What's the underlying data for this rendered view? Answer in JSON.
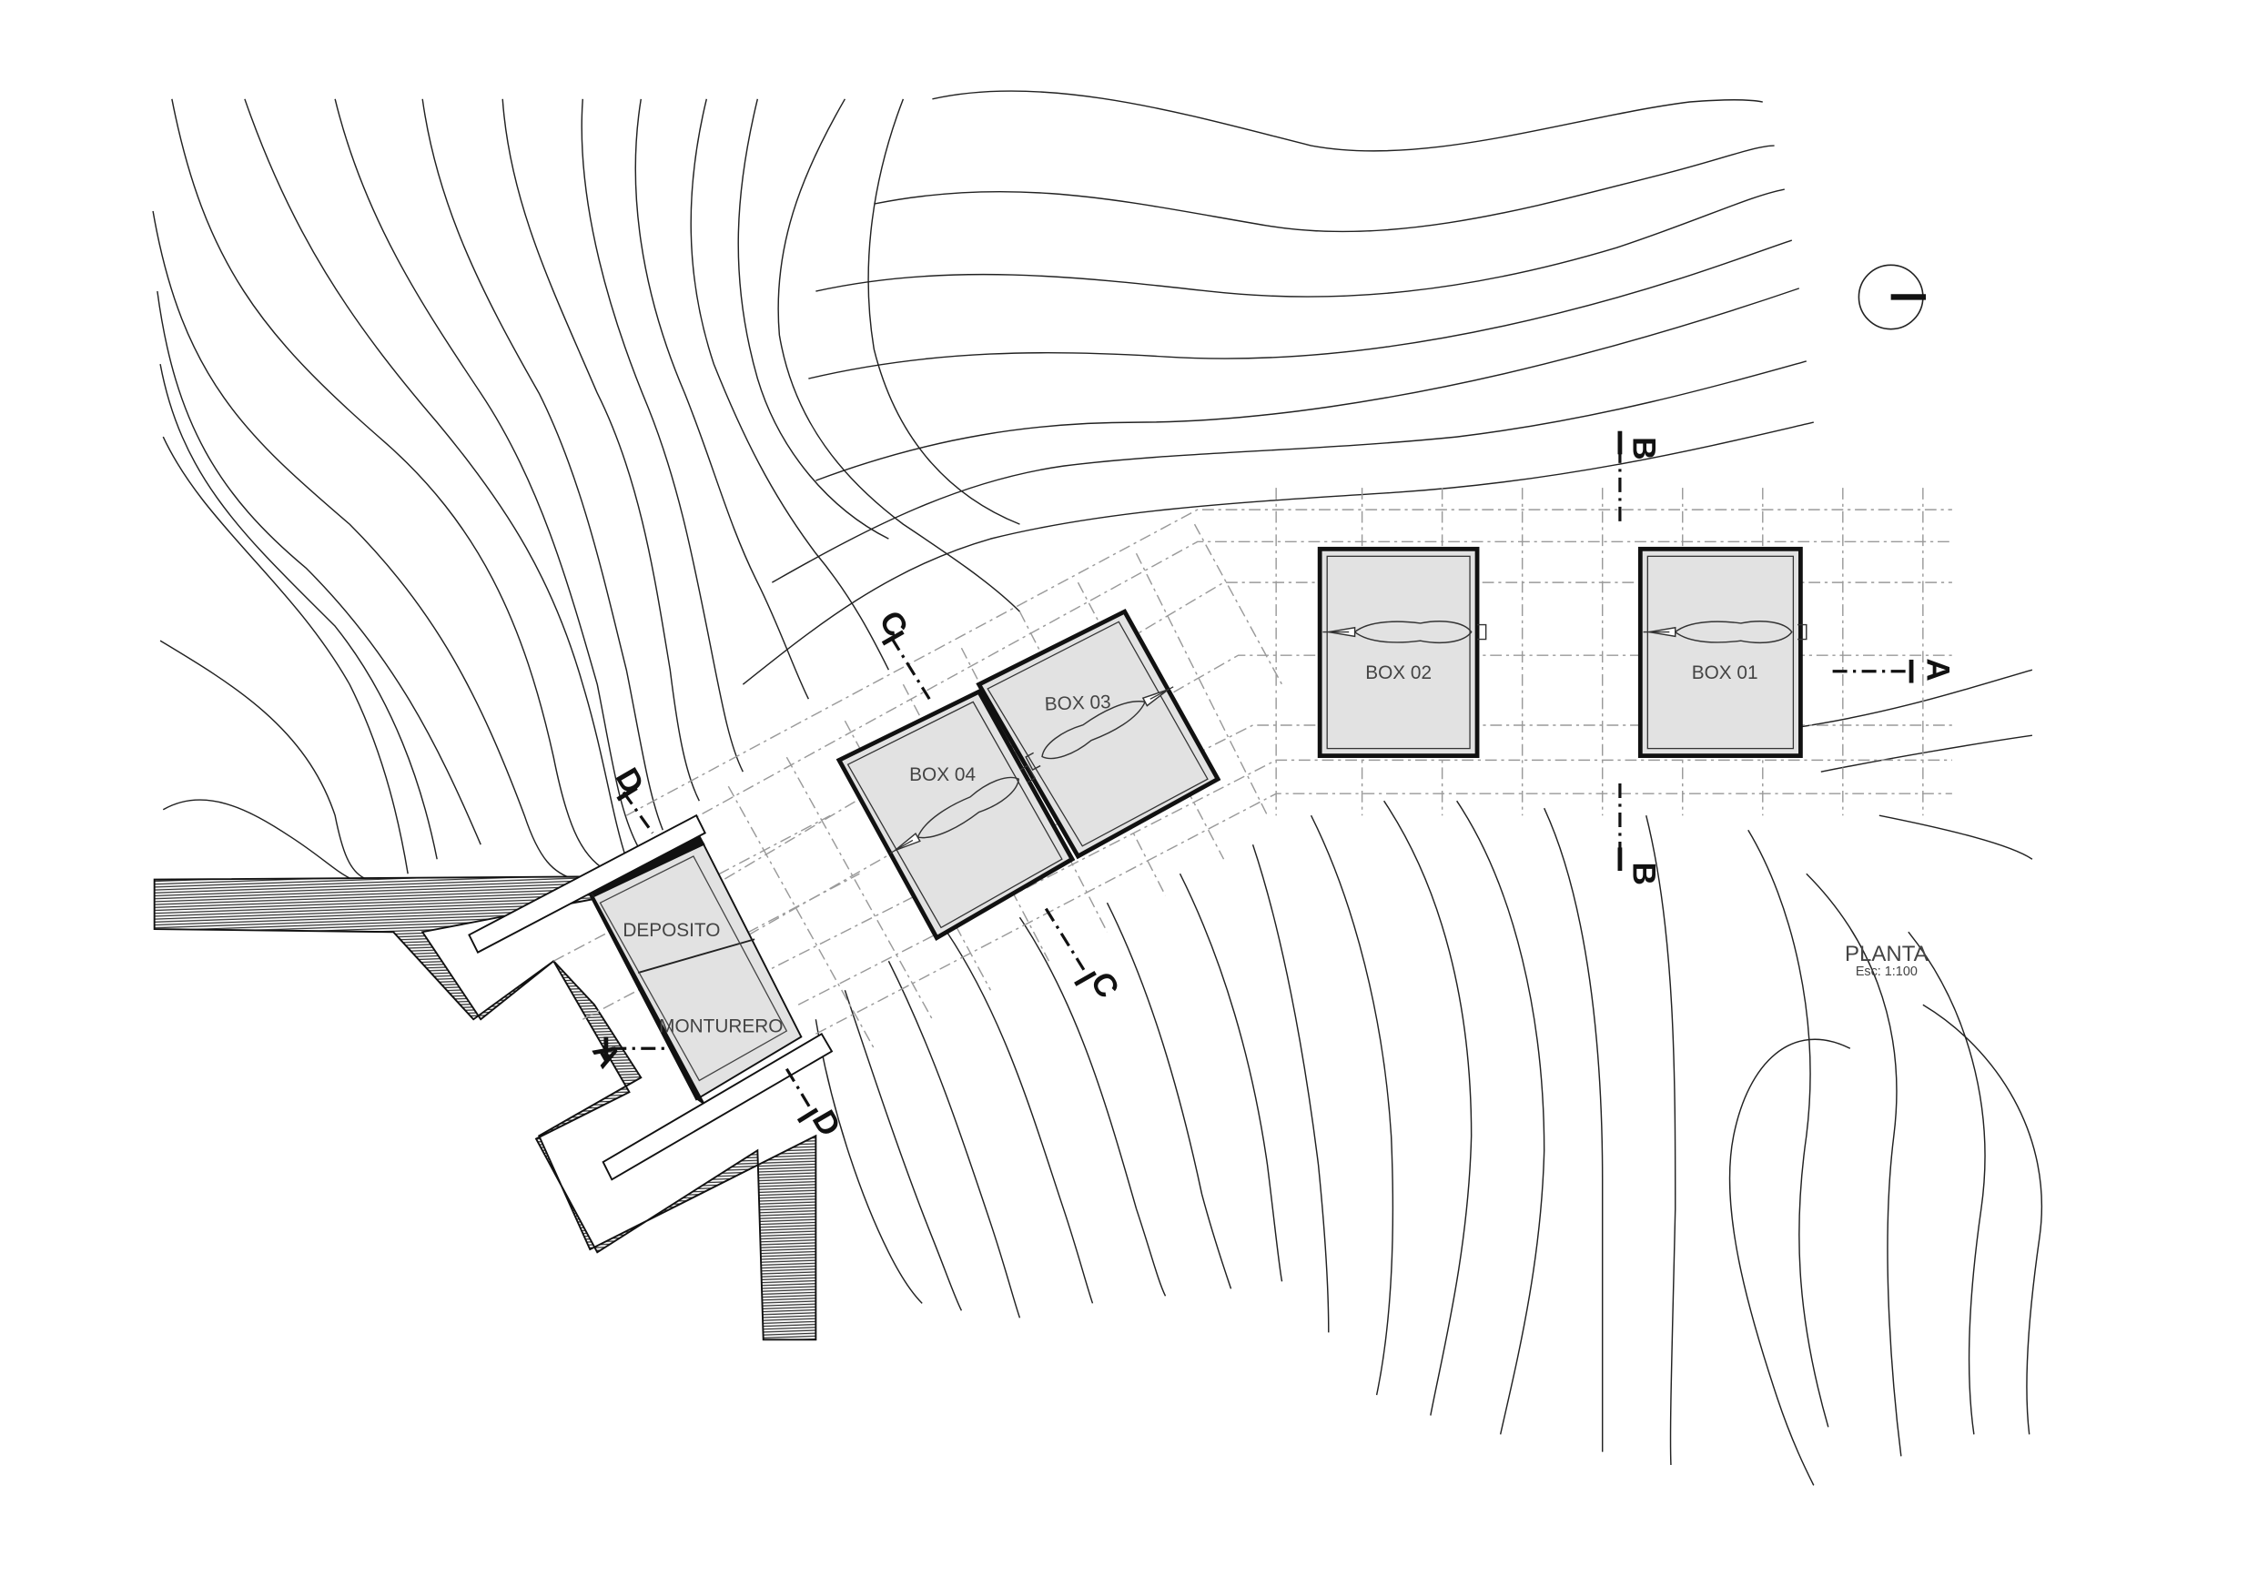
{
  "drawing": {
    "title": "PLANTA",
    "scale": "Esc: 1:100"
  },
  "rooms": {
    "box01": "BOX 01",
    "box02": "BOX 02",
    "box03": "BOX 03",
    "box04": "BOX 04",
    "deposito": "DEPOSITO",
    "monturero": "MONTURERO"
  },
  "sections": {
    "a": "A",
    "b": "B",
    "c": "C",
    "d": "D"
  },
  "colors": {
    "line": "#111111",
    "contour": "#222222",
    "room_fill": "#e2e2e2",
    "grid": "#9a9a9a"
  },
  "icons": [
    "north-arrow-icon",
    "horse-icon"
  ]
}
